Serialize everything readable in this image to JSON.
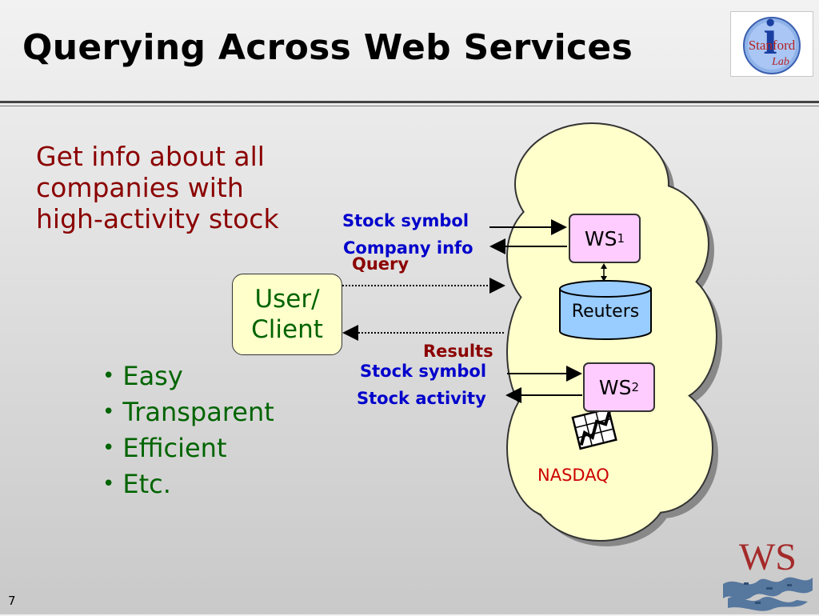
{
  "slide": {
    "title": "Querying Across Web Services",
    "intro_lines": [
      "Get info about all",
      "companies with",
      "high-activity stock"
    ],
    "bullets": [
      "Easy",
      "Transparent",
      "Efficient",
      "Etc."
    ],
    "page_number": "7"
  },
  "logo": {
    "line1": "Stanford",
    "line2": "Lab",
    "letter": "i"
  },
  "diagram": {
    "client_lines": [
      "User/",
      "Client"
    ],
    "query_label": "Query",
    "results_label": "Results",
    "ws1": {
      "name": "WS",
      "sub": "1",
      "in_label": "Stock symbol",
      "out_label": "Company info"
    },
    "reuters_label": "Reuters",
    "ws2": {
      "name": "WS",
      "sub": "2",
      "in_label": "Stock symbol",
      "out_label": "Stock activity"
    },
    "nasdaq_label": "NASDAQ"
  },
  "footer_logo_text": "WS",
  "colors": {
    "title": "#000000",
    "intro": "#8b0000",
    "bullets": "#006400",
    "labels_blue": "#0000cc",
    "labels_red": "#8b0000",
    "cloud": "#ffffcc",
    "ws_box": "#ffccff",
    "cylinder": "#99ccff"
  },
  "icons": [
    "stanford-lab-logo",
    "chart-icon",
    "ws-logo"
  ]
}
